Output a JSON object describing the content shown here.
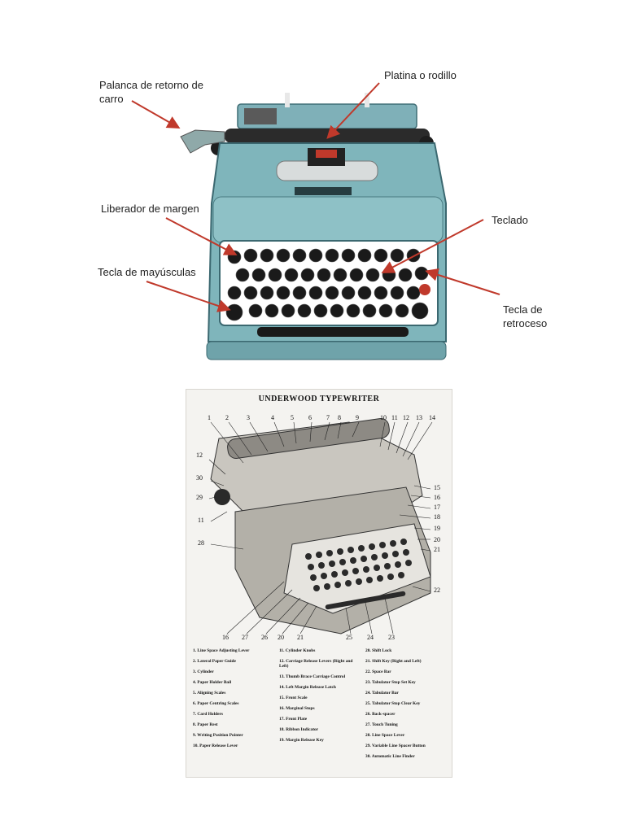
{
  "top_labels": {
    "carriage_return": "Palanca de retorno de carro",
    "platen": "Platina o rodillo",
    "margin_release": "Liberador de margen",
    "keyboard": "Teclado",
    "shift_key": "Tecla de mayúsculas",
    "backspace": "Tecla de retroceso"
  },
  "underwood": {
    "title": "UNDERWOOD TYPEWRITER",
    "numbers": [
      "1",
      "2",
      "3",
      "4",
      "5",
      "6",
      "7",
      "8",
      "9",
      "10",
      "11",
      "12",
      "13",
      "14",
      "12",
      "30",
      "29",
      "11",
      "15",
      "16",
      "17",
      "18",
      "19",
      "20",
      "21",
      "22",
      "28",
      "16",
      "27",
      "26",
      "20",
      "21",
      "25",
      "24",
      "23"
    ],
    "legend": [
      [
        "1. Line Space Adjusting Lever",
        "2. Lateral Paper Guide",
        "3. Cylinder",
        "4. Paper Holder Bail",
        "5. Aligning Scales",
        "6. Paper Centring Scales",
        "7. Card Holders",
        "8. Paper Rest",
        "9. Writing Position Pointer",
        "10. Paper Release Lever"
      ],
      [
        "11. Cylinder Knobs",
        "12. Carriage Release Levers (Right and Left)",
        "13. Thumb Brace Carriage Control",
        "14. Left Margin Release Latch",
        "15. Front Scale",
        "16. Marginal Stops",
        "17. Front Plate",
        "18. Ribbon Indicator",
        "19. Margin Release Key"
      ],
      [
        "20. Shift Lock",
        "21. Shift Key (Right and Left)",
        "22. Space Bar",
        "23. Tabulator Stop Set Key",
        "24. Tabulator Bar",
        "25. Tabulator Stop Clear Key",
        "26. Back-spacer",
        "27. Touch Tuning",
        "28. Line Space Lever",
        "29. Variable Line Spacer Button",
        "30. Automatic Line Finder"
      ]
    ]
  }
}
